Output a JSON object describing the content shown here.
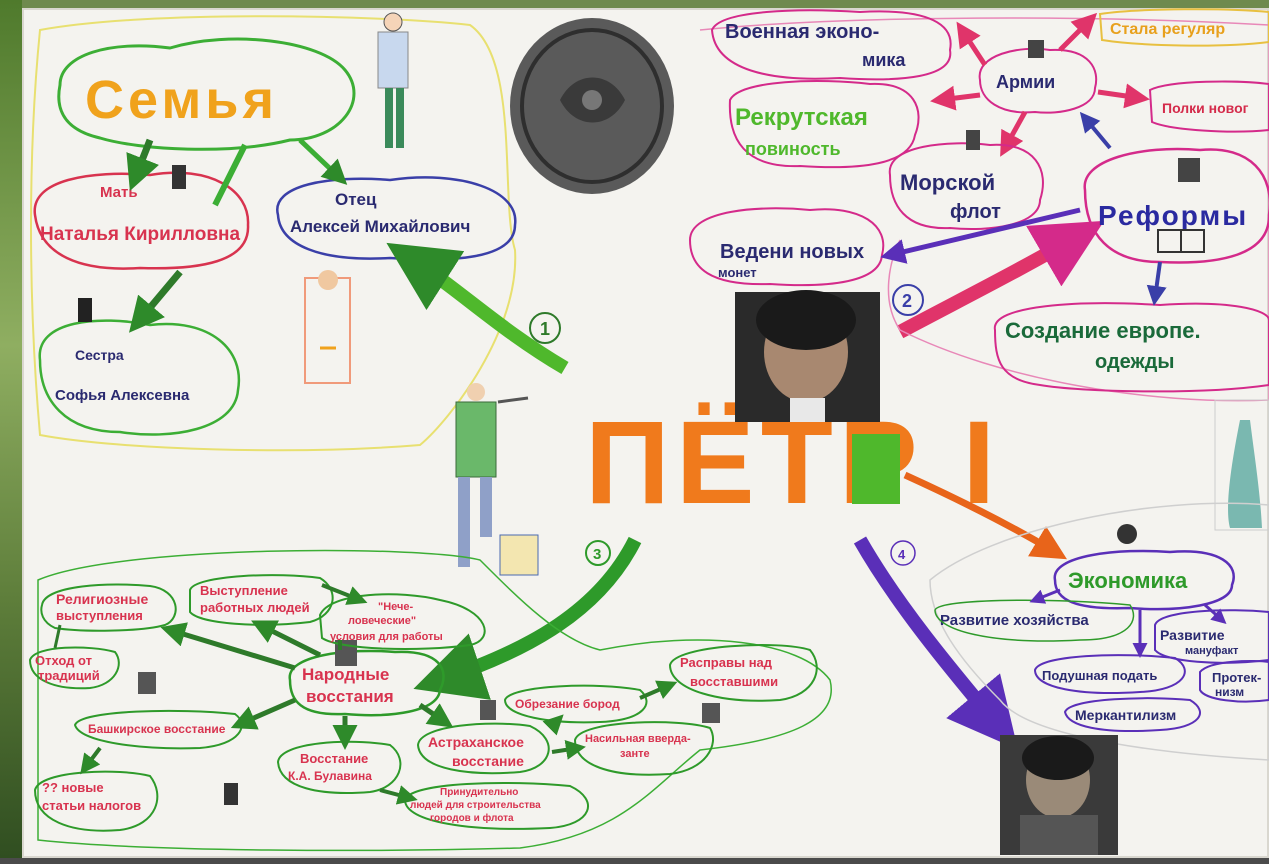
{
  "center": {
    "title": "ПЁТР I"
  },
  "family": {
    "title": "Семья",
    "mother_label": "Мать",
    "mother_name": "Наталья Кирилловна",
    "father_label": "Отец",
    "father_name": "Алексей Михайлович",
    "sister_label": "Сестра",
    "sister_name": "Софья Алексевна"
  },
  "numbers": {
    "n1": "1",
    "n2": "2",
    "n3": "3",
    "n4": "4"
  },
  "reforms": {
    "title": "Реформы",
    "army": "Армии",
    "war_economy_1": "Военная эконо-",
    "war_economy_2": "мика",
    "regular": "Стала регуляр",
    "new_regiments": "Полки новог",
    "recruit_1": "Рекрутская",
    "recruit_2": "повиность",
    "navy_1": "Морской",
    "navy_2": "флот",
    "coins_1": "Ведени новых",
    "coins_2": "монет",
    "clothes_1": "Создание европе.",
    "clothes_2": "одежды"
  },
  "uprisings": {
    "center_1": "Народные",
    "center_2": "восстания",
    "religious_1": "Религиозные",
    "religious_2": "выступления",
    "performance_1": "Выступление",
    "performance_2": "работных людей",
    "inhuman_1": "\"Нече-",
    "inhuman_2": "ловеческие\"",
    "inhuman_3": "условия для работы",
    "tradition_1": "Отход от",
    "tradition_2": "традиций",
    "bashkir": "Башкирское восстание",
    "taxes_1": "?? новые",
    "taxes_2": "статьи налогов",
    "bulavin_1": "Восстание",
    "bulavin_2": "К.А. Булавина",
    "astrakhan_1": "Астраханское",
    "astrakhan_2": "восстание",
    "beards": "Обрезание бород",
    "violent_1": "Насильная вверда-",
    "violent_2": "занте",
    "reprisal_1": "Расправы над",
    "reprisal_2": "восставшими",
    "forced_1": "Принудительно",
    "forced_2": "людей для строительства",
    "forced_3": "городов и флота"
  },
  "economy": {
    "title": "Экономика",
    "household": "Развитие хозяйства",
    "manufact_1": "Развитие",
    "manufact_2": "мануфакт",
    "poll_tax": "Подушная подать",
    "protect_1": "Протек-",
    "protect_2": "низм",
    "mercantile": "Меркантилизм"
  },
  "colors": {
    "orange": "#f07a1c",
    "green": "#2e9a2a",
    "red_pink": "#e0346a",
    "blue": "#3a3fa8",
    "purple": "#5a2fb8",
    "magenta": "#d42a8a",
    "title_green": "#4fb82c",
    "coin_gray": "#5a5a5a"
  }
}
